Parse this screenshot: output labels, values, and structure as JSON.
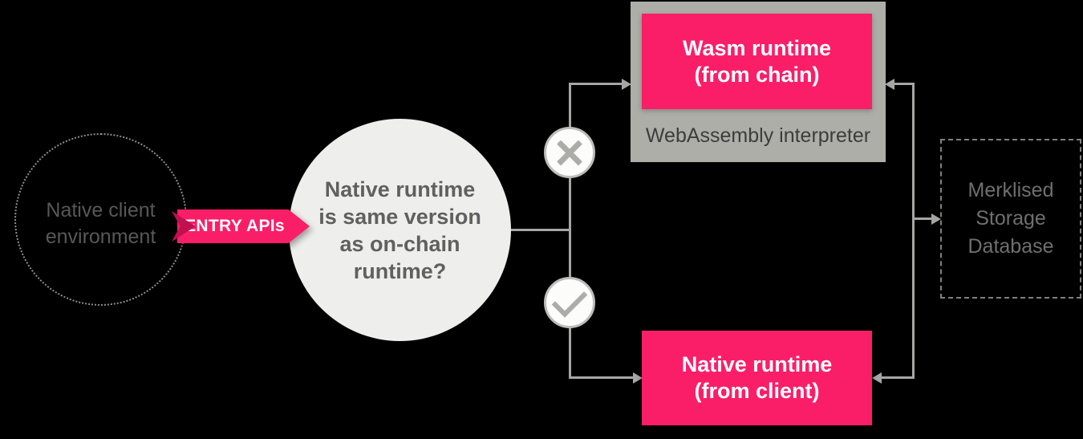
{
  "colors": {
    "background": "#000000",
    "accent_pink": "#fa1e68",
    "accent_pink_dark": "#c0104f",
    "container_gray": "#aeaea8",
    "decision_circle_fill": "#eeeeec",
    "connector_gray": "#a6a6a2",
    "glyph_gray": "#acaca8"
  },
  "nodes": {
    "client_env": {
      "lines": [
        "Native client",
        "environment"
      ]
    },
    "entry_tag": {
      "label": "ENTRY APIs"
    },
    "decision": {
      "lines": [
        "Native runtime",
        "is same version",
        "as on-chain",
        "runtime?"
      ]
    },
    "wasm": {
      "lines": [
        "Wasm runtime",
        "(from chain)"
      ],
      "sublabel": "WebAssembly interpreter"
    },
    "native": {
      "lines": [
        "Native runtime",
        "(from client)"
      ]
    },
    "storage": {
      "lines": [
        "Merklised",
        "Storage",
        "Database"
      ]
    }
  },
  "icons": {
    "no_branch": "cross-icon",
    "yes_branch": "check-icon",
    "entry_fold": "ribbon-fold-icon"
  }
}
